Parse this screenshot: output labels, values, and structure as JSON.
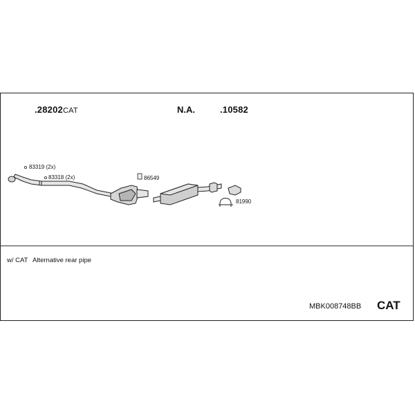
{
  "header": {
    "part_primary": ".28202",
    "part_primary_suffix": "CAT",
    "na_label": "N.A.",
    "part_secondary": ".10582"
  },
  "callouts": {
    "c83319": "83319 (2x)",
    "c83318": "83318 (2x)",
    "c86549": "86549",
    "c81990": "81990"
  },
  "notes": {
    "variant": "w/ CAT",
    "description": "Alternative rear pipe"
  },
  "footer": {
    "code": "MBK008748BB",
    "badge": "CAT"
  },
  "colors": {
    "line": "#222222",
    "part_fill": "#cfcfcf",
    "shade": "#9a9a9a"
  }
}
